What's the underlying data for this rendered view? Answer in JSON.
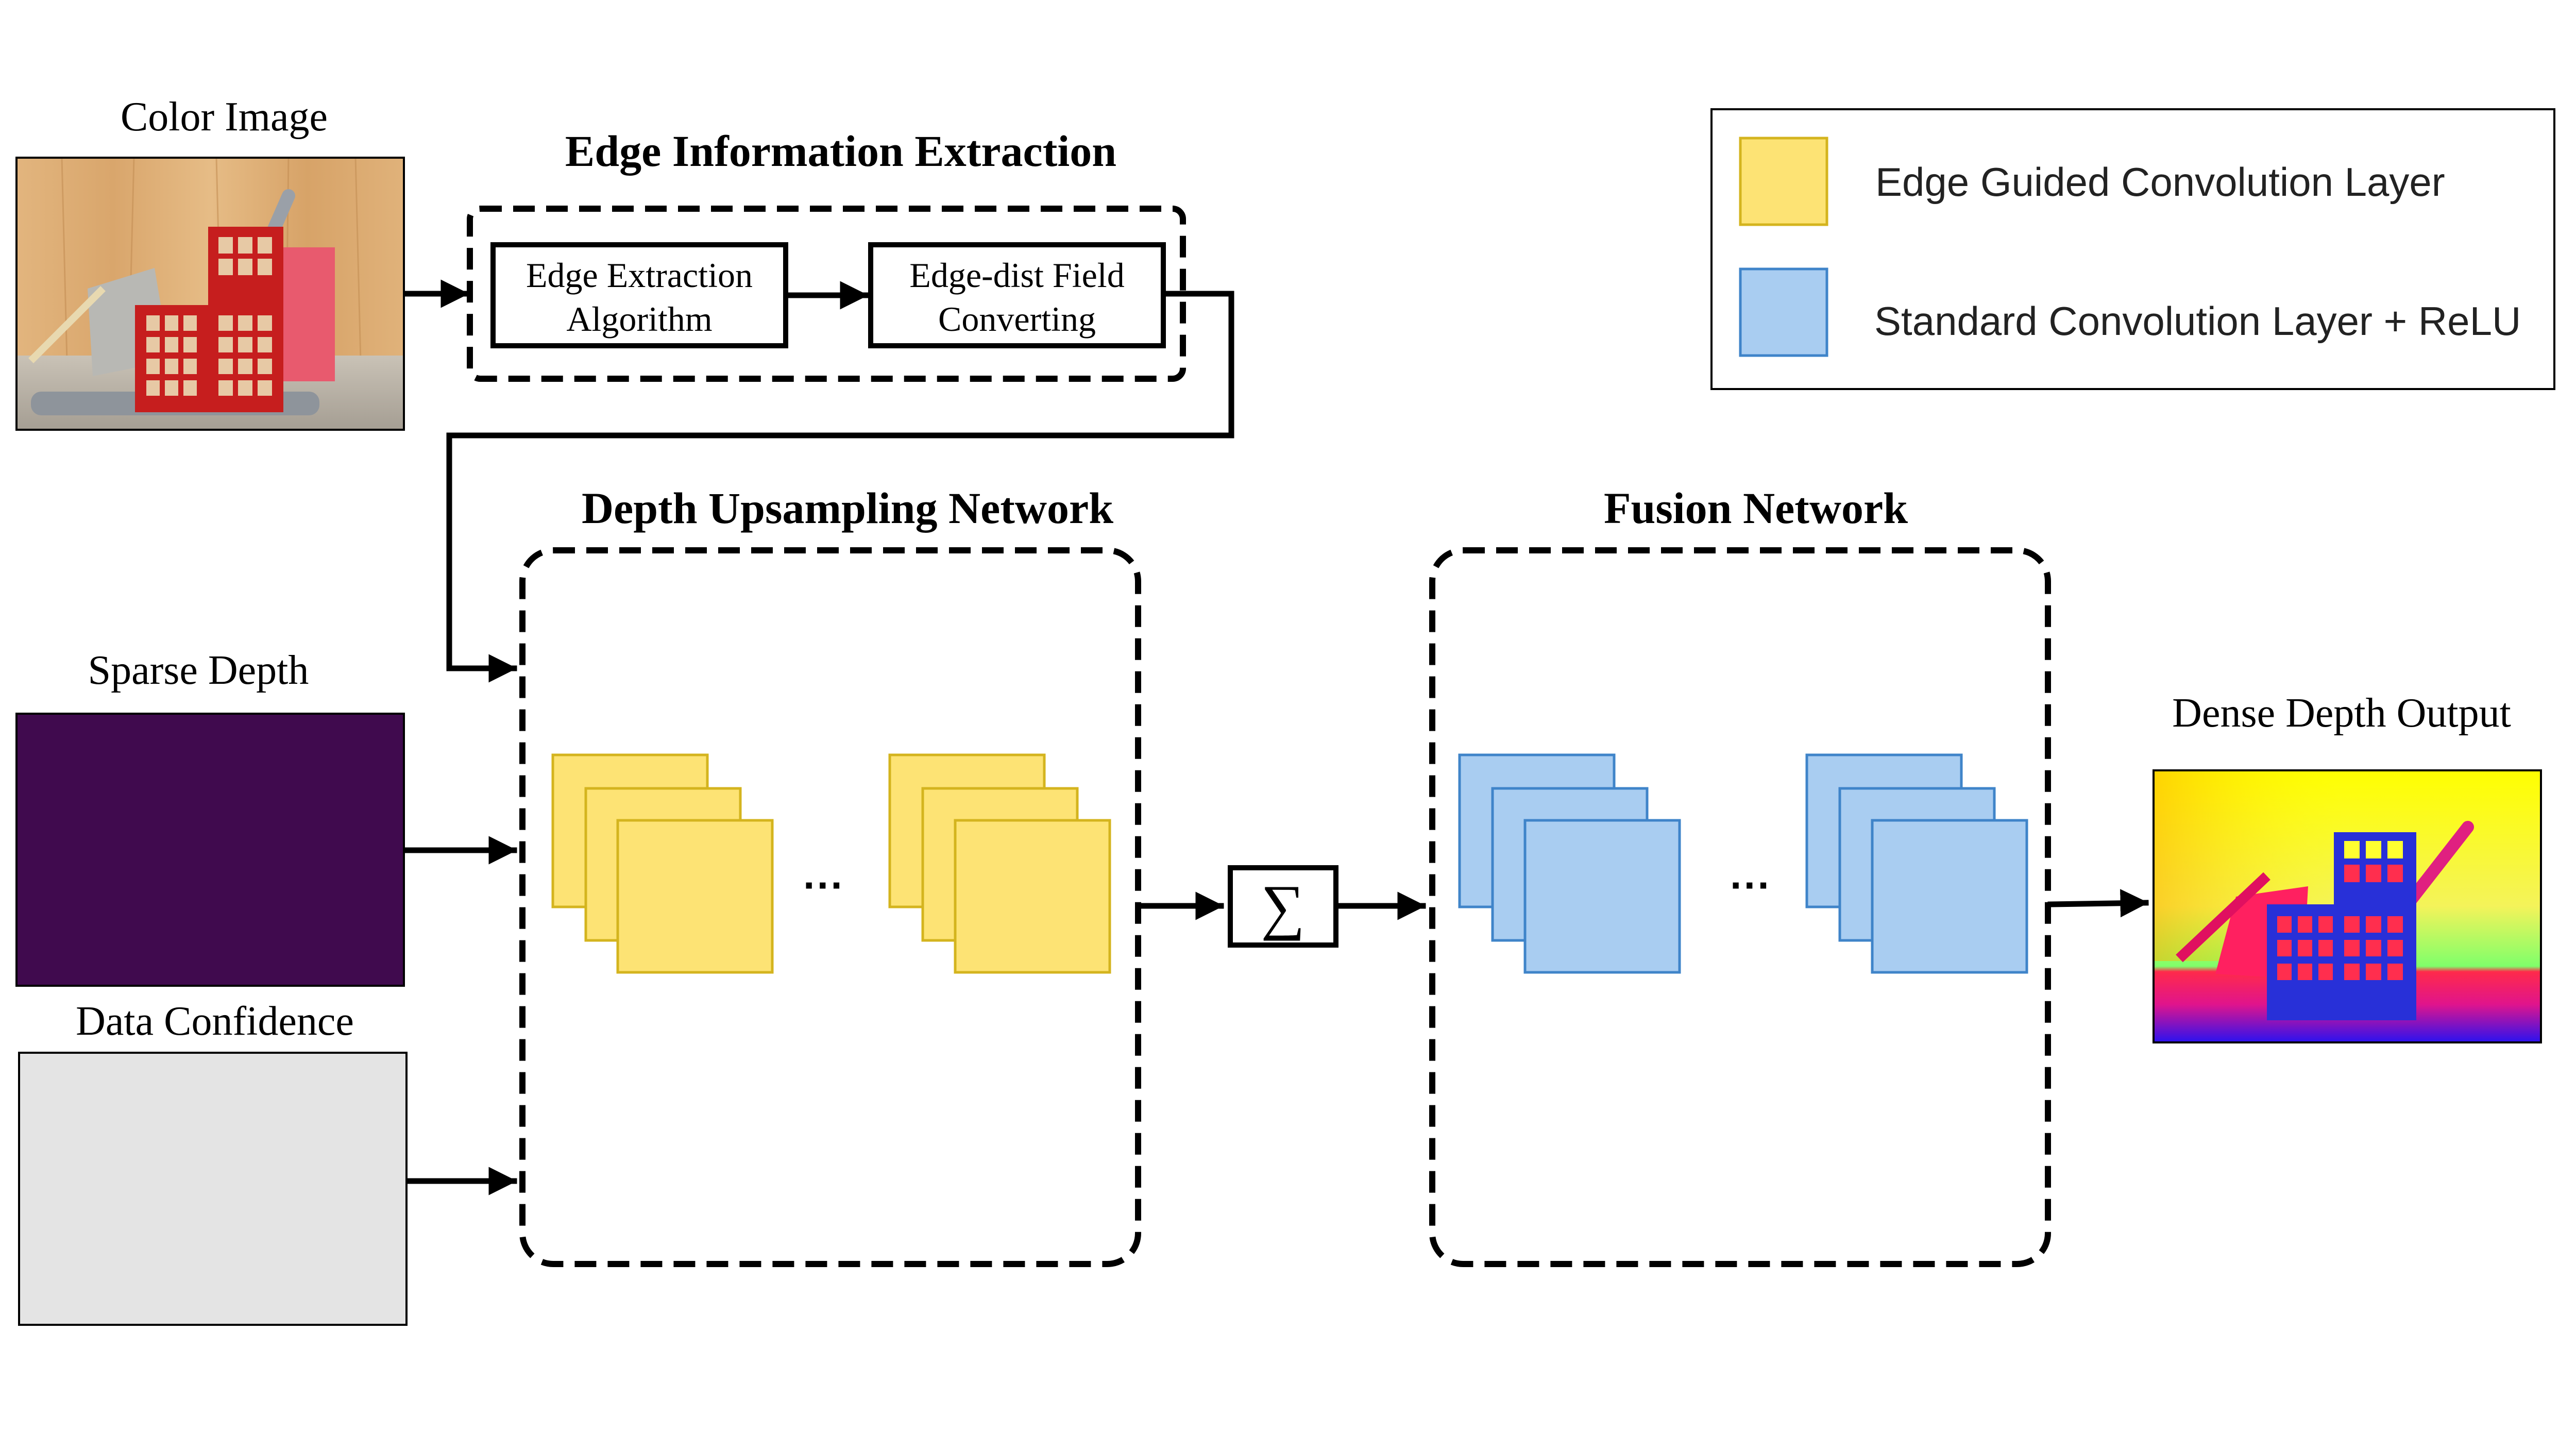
{
  "inputs": {
    "color_image": "Color Image",
    "sparse_depth": "Sparse Depth",
    "data_confidence": "Data Confidence"
  },
  "edge_module": {
    "title": "Edge Information Extraction",
    "box1_line1": "Edge Extraction",
    "box1_line2": "Algorithm",
    "box2_line1": "Edge-dist Field",
    "box2_line2": "Converting"
  },
  "depth_network": {
    "title": "Depth Upsampling Network",
    "ellipsis": "···"
  },
  "fusion_network": {
    "title": "Fusion Network",
    "ellipsis": "···"
  },
  "sum_symbol": "∑",
  "output": {
    "label": "Dense Depth Output"
  },
  "legend": {
    "edge_guided": "Edge Guided Convolution Layer",
    "standard": "Standard Convolution Layer + ReLU"
  },
  "colors": {
    "yellow_fill": "#FDE374",
    "yellow_stroke": "#D4B41E",
    "blue_fill": "#A9CDF1",
    "blue_stroke": "#3F84C9",
    "sparse_depth": "#400A4E",
    "confidence": "#E4E4E4"
  }
}
